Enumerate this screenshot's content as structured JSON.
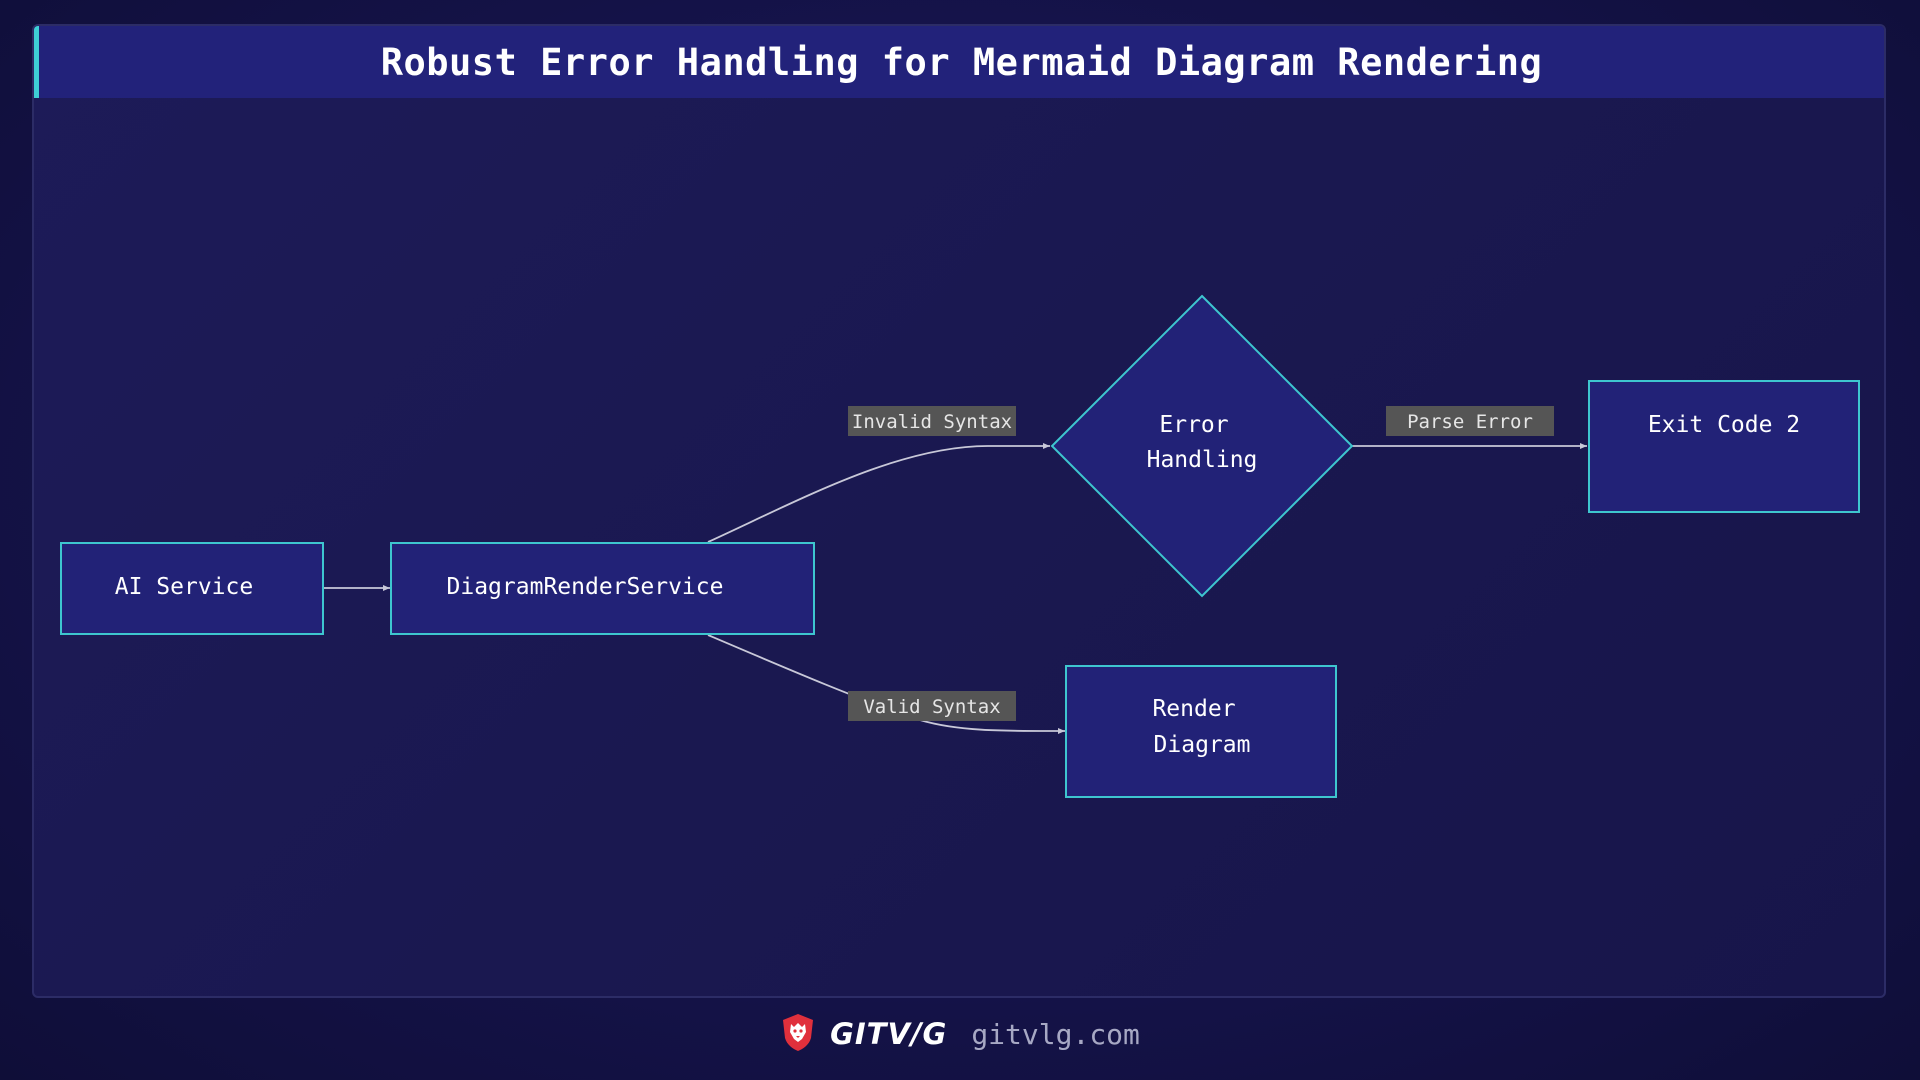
{
  "header": {
    "title": "Robust Error Handling for Mermaid Diagram Rendering"
  },
  "diagram": {
    "nodes": {
      "ai_service": "AI Service",
      "render_service": "DiagramRenderService",
      "error_handling_line1": "Error",
      "error_handling_line2": "Handling",
      "exit_code": "Exit Code 2",
      "render_diagram_line1": "Render",
      "render_diagram_line2": "Diagram"
    },
    "edges": {
      "invalid_syntax": "Invalid Syntax",
      "valid_syntax": "Valid Syntax",
      "parse_error": "Parse Error"
    },
    "colors": {
      "node_fill": "#222277",
      "node_border": "#3ec6cf",
      "edge_line": "#c8c8d8",
      "label_bg": "#555555"
    }
  },
  "footer": {
    "brand": "GITV/G",
    "site": "gitvlg.com",
    "logo_icon": "lion-shield-icon"
  }
}
